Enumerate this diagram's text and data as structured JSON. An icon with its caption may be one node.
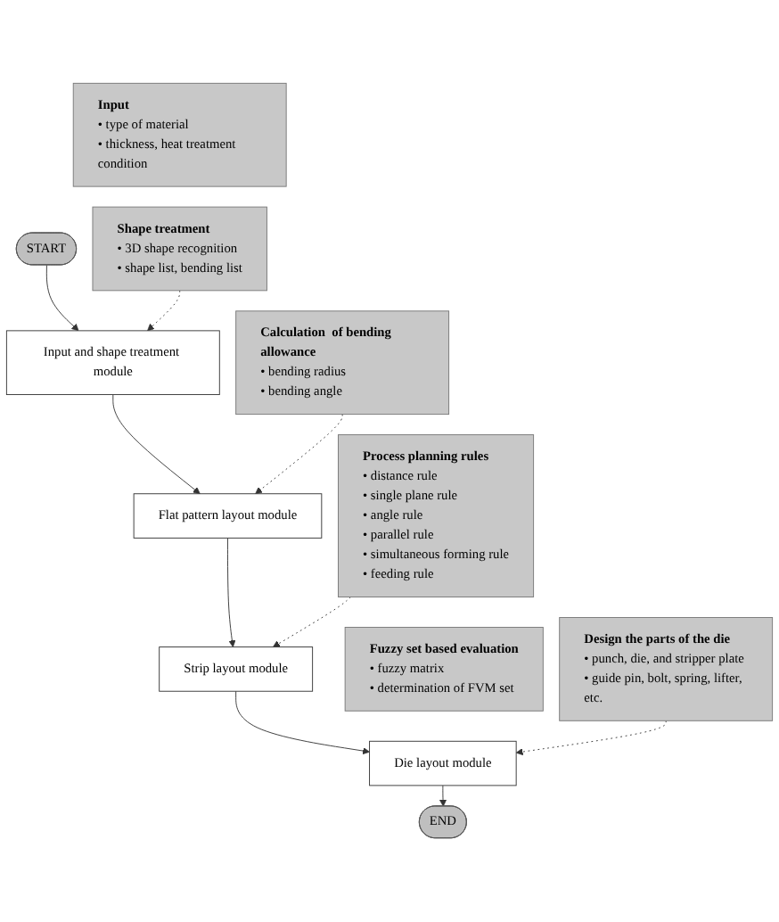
{
  "diagram": {
    "nodes": [
      {
        "text": [
          "START"
        ]
      },
      {
        "text": [
          "Input and shape treatment module"
        ]
      },
      {
        "text": [
          "Input",
          "• type of material",
          "• thickness, heat treatment condition"
        ]
      },
      {
        "text": [
          "Shape treatment",
          "• 3D shape recognition",
          "• shape list, bending list"
        ]
      },
      {
        "text": [
          "Flat pattern layout module"
        ]
      },
      {
        "text": [
          "Calculation  of bending allowance",
          "• bending radius",
          "• bending angle"
        ]
      },
      {
        "text": [
          "Strip layout module"
        ]
      },
      {
        "text": [
          "Process planning rules",
          "• distance rule",
          "• single plane rule",
          "• angle rule",
          "• parallel rule",
          "• simultaneous forming rule",
          "• feeding rule"
        ]
      },
      {
        "text": [
          "Fuzzy set based evaluation",
          "• fuzzy matrix",
          "• determination of  FVM set"
        ]
      },
      {
        "text": [
          "Die layout module"
        ]
      },
      {
        "text": [
          "Design the parts of the die",
          "• punch, die, and stripper plate",
          "• guide pin, bolt, spring, lifter, etc."
        ]
      },
      {
        "text": [
          "END"
        ]
      }
    ],
    "edges": [
      {
        "from": 0,
        "to": 1,
        "arrow": "to"
      },
      {
        "from": 1,
        "to": 4,
        "arrow": "to"
      },
      {
        "from": 4,
        "to": 6,
        "arrow": "to"
      },
      {
        "from": 6,
        "to": 9,
        "arrow": "to"
      },
      {
        "from": 9,
        "to": 11,
        "arrow": "to"
      },
      {
        "from": 3,
        "to": 1,
        "arrow": "to",
        "style": "dashed"
      },
      {
        "from": 5,
        "to": 4,
        "arrow": "to",
        "style": "dashed"
      },
      {
        "from": 7,
        "to": 6,
        "arrow": "to",
        "style": "dashed"
      },
      {
        "from": 10,
        "to": 9,
        "arrow": "to",
        "style": "dashed"
      }
    ]
  }
}
